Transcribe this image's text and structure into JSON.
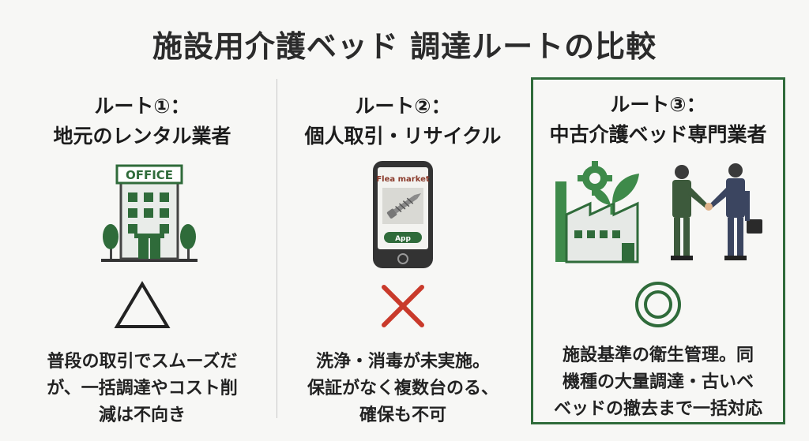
{
  "title": "施設用介護ベッド 調達ルートの比較",
  "routes": [
    {
      "heading_line1": "ルート①：",
      "heading_line2": "地元のレンタル業者",
      "sign_text": "OFFICE",
      "rating": "triangle",
      "description": "普段の取引でスムーズだ\nが、一括調達やコスト削\n減は不向き"
    },
    {
      "heading_line1": "ルート②：",
      "heading_line2": "個人取引・リサイクル",
      "phone_header": "Flea market",
      "phone_button": "App",
      "rating": "cross",
      "description": "洗浄・消毒が未実施。\n保証がなく複数台のる、\n確保も不可"
    },
    {
      "heading_line1": "ルート③：",
      "heading_line2": "中古介護ベッド専門業者",
      "rating": "double-circle",
      "description": "施設基準の衛生管理。同\n機種の大量調達・古いベ\nベッドの撤去まで一括対応"
    }
  ],
  "colors": {
    "green_dark": "#2f6b3a",
    "green_mid": "#3e8a4a",
    "cross_red": "#c93a2b",
    "suit_green": "#3d5a3c",
    "suit_navy": "#3b4560"
  }
}
